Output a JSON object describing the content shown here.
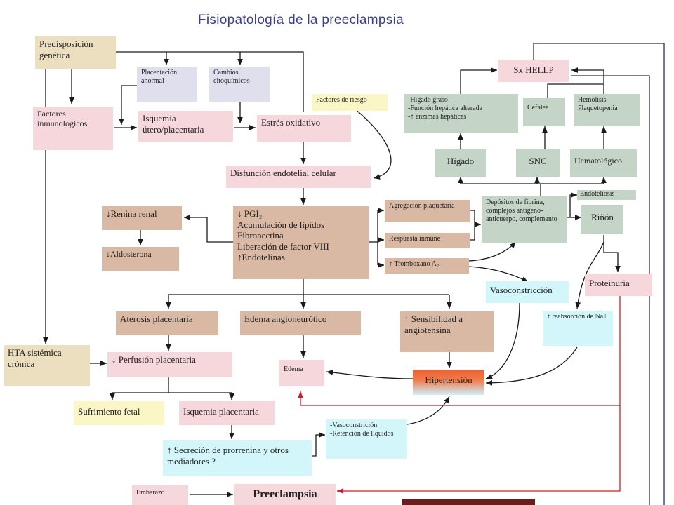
{
  "title": "Fisiopatología de la preeclampsia",
  "nodes": {
    "predisposicion": "Predisposición genética",
    "placentacion": "Placentación anormal",
    "cambios": "Cambios citoquímicos",
    "factores_inmuno": "Factores inmunológicos",
    "isquemia_utero": "Isquemia útero/placentaria",
    "estres": "Estrés oxidativo",
    "factores_riesgo": "Factores de riesgo",
    "disfuncion": "Disfunción endotelial celular",
    "renina": "↓Renina renal",
    "aldosterona": "↓Aldosterona",
    "pgi_items": [
      "↓ PGI₂",
      "Acumulación de lípidos",
      "Fibronectina",
      "Liberación de factor VIII",
      "↑Endotelinas"
    ],
    "agregacion": "Agregación plaquetaria",
    "respuesta": "Respuesta inmune",
    "tromboxano": "↑ Tromboxano A₂",
    "depositos": "Depósitos de fibrina, complejos antígeno-anticuerpo, complemento",
    "endoteliosis": "Endoteliosis",
    "rinon": "Riñón",
    "higado": "Hígado",
    "snc": "SNC",
    "hematologico": "Hematológico",
    "higado_items": [
      "-Hígado graso",
      "-Función hepática alterada",
      "-↑ enzimas hepáticas"
    ],
    "cefalea": "Cefalea",
    "hemolisis_items": [
      "Hemólisis",
      "Plaquetopenia"
    ],
    "hellp": "Sx HELLP",
    "vasoconstriccion": "Vasoconstricción",
    "proteinuria": "Proteinuria",
    "reabsorcion": "↑ reabsorción de Na+",
    "aterosis": "Aterosis placentaria",
    "edema_angio": "Edema angioneurótico",
    "sensibilidad": "↑ Sensibilidad a angiotensina",
    "hta": "HTA sistémica crónica",
    "perfusion": "↓ Perfusión placentaria",
    "edema": "Edema",
    "hipertension": "Hipertensión",
    "sufrimiento": "Sufrimiento fetal",
    "isquemia_placentaria": "Isquemia placentaria",
    "vaso_items": [
      "-Vasoconstrición",
      "-Retención de líquidos"
    ],
    "secrecion": "↑ Secreción de prorrenina y otros mediadores ?",
    "embarazo": "Embarazo",
    "preeclampsia": "Preeclampsia"
  },
  "colors": {
    "title": "#3b3f8a",
    "line": "#1a1a1a",
    "navy": "#2c2a6e",
    "red": "#c8202a"
  }
}
